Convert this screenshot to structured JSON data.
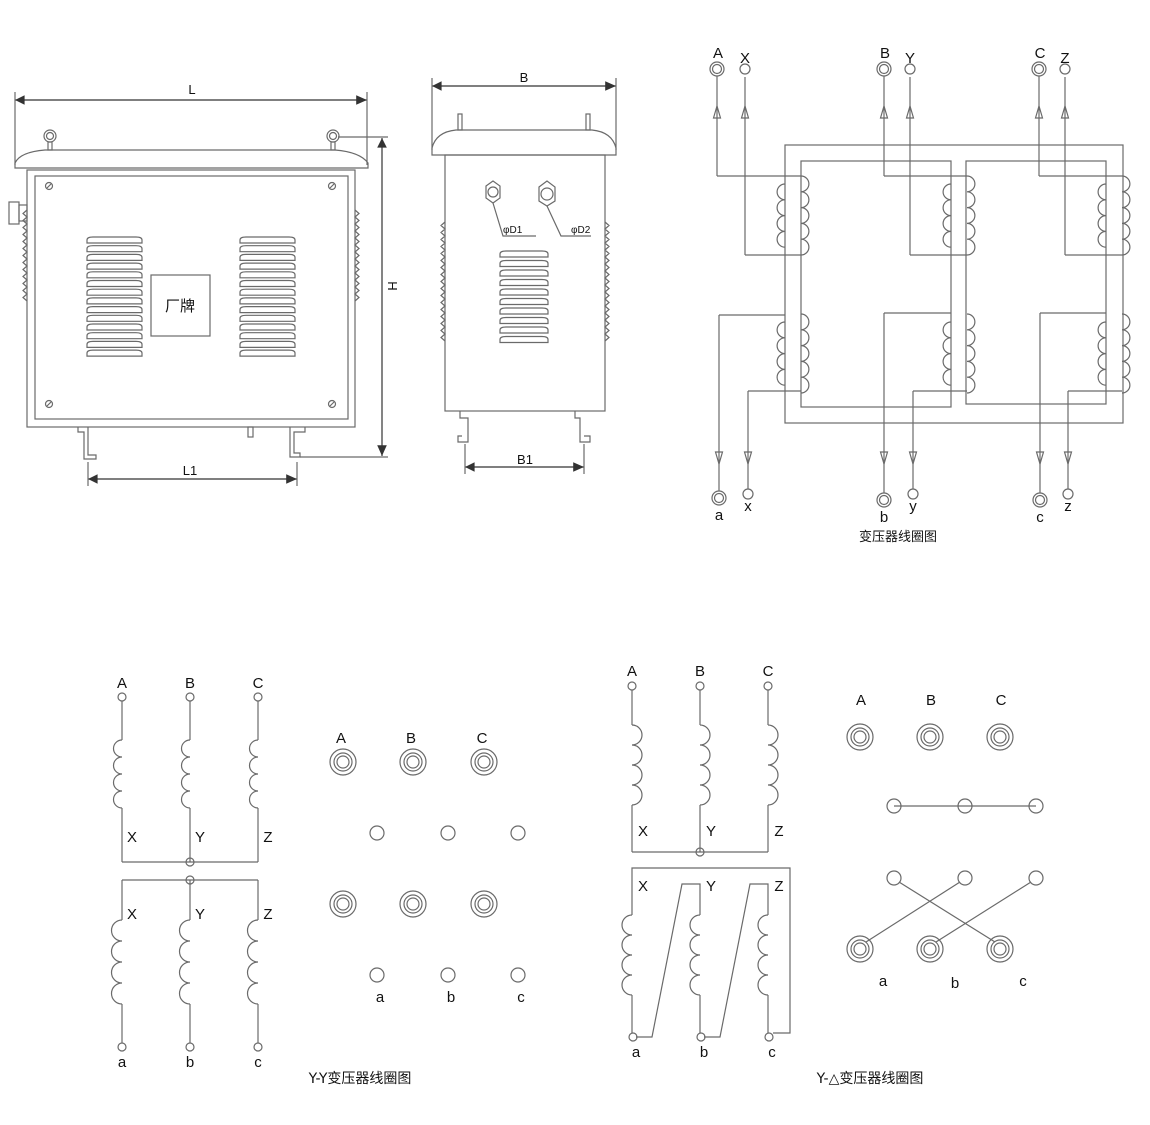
{
  "front_view": {
    "dim_length": "L",
    "dim_height": "H",
    "dim_foot_spacing": "L1",
    "nameplate": "厂牌"
  },
  "side_view": {
    "dim_width": "B",
    "dim_foot_spacing": "B1",
    "gland_1": "φD1",
    "gland_2": "φD2"
  },
  "coil_diagram": {
    "title": "变压器线圈图",
    "primary_terminals": [
      "A",
      "X",
      "B",
      "Y",
      "C",
      "Z"
    ],
    "secondary_terminals": [
      "a",
      "x",
      "b",
      "y",
      "c",
      "z"
    ]
  },
  "yy_diagram": {
    "title": "Y-Y变压器线圈图",
    "primary": [
      "A",
      "B",
      "C"
    ],
    "neutral_upper": [
      "X",
      "Y",
      "Z"
    ],
    "neutral_lower": [
      "X",
      "Y",
      "Z"
    ],
    "secondary": [
      "a",
      "b",
      "c"
    ],
    "board_primary": [
      "A",
      "B",
      "C"
    ],
    "board_secondary": [
      "a",
      "b",
      "c"
    ]
  },
  "yd_diagram": {
    "title": "Y-△变压器线圈图",
    "primary": [
      "A",
      "B",
      "C"
    ],
    "neutral_upper": [
      "X",
      "Y",
      "Z"
    ],
    "delta_labels": [
      "X",
      "Y",
      "Z"
    ],
    "secondary": [
      "a",
      "b",
      "c"
    ],
    "board_primary": [
      "A",
      "B",
      "C"
    ],
    "board_secondary": [
      "a",
      "b",
      "c"
    ]
  }
}
